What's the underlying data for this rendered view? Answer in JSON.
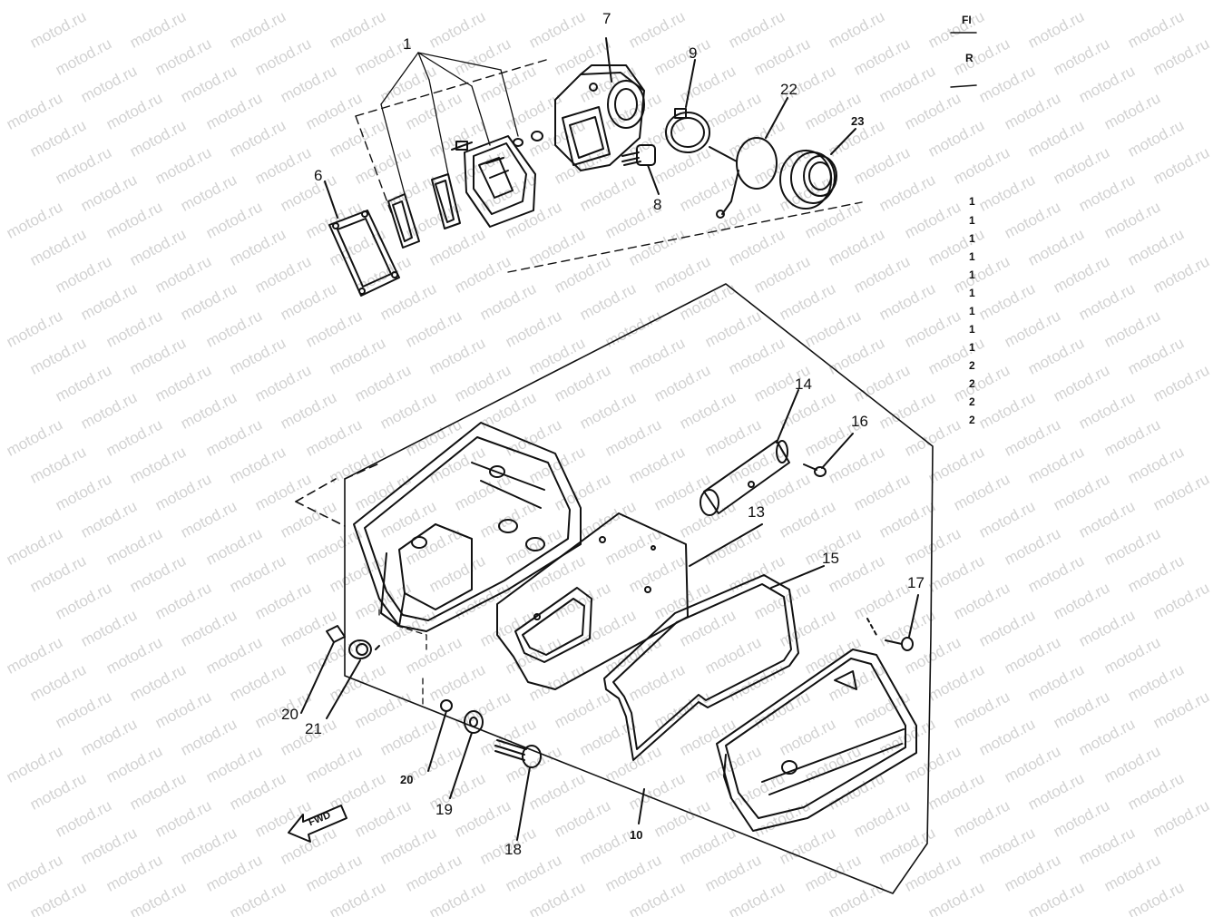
{
  "watermark": "motod.ru",
  "callouts": [
    {
      "id": "1",
      "label": "1"
    },
    {
      "id": "6",
      "label": "6"
    },
    {
      "id": "7",
      "label": "7"
    },
    {
      "id": "8",
      "label": "8"
    },
    {
      "id": "9",
      "label": "9"
    },
    {
      "id": "22",
      "label": "22"
    },
    {
      "id": "23",
      "label": "23"
    },
    {
      "id": "14",
      "label": "14"
    },
    {
      "id": "16",
      "label": "16"
    },
    {
      "id": "13",
      "label": "13"
    },
    {
      "id": "15",
      "label": "15"
    },
    {
      "id": "17",
      "label": "17"
    },
    {
      "id": "20a",
      "label": "20"
    },
    {
      "id": "21",
      "label": "21"
    },
    {
      "id": "20b",
      "label": "20"
    },
    {
      "id": "19",
      "label": "19"
    },
    {
      "id": "18",
      "label": "18"
    },
    {
      "id": "10",
      "label": "10"
    }
  ],
  "fwd_label": "FWD",
  "side_column": {
    "header_top": "FI",
    "header_second": "R",
    "rows": [
      "1",
      "1",
      "1",
      "1",
      "1",
      "1",
      "1",
      "1",
      "1",
      "2",
      "2",
      "2",
      "2"
    ]
  }
}
